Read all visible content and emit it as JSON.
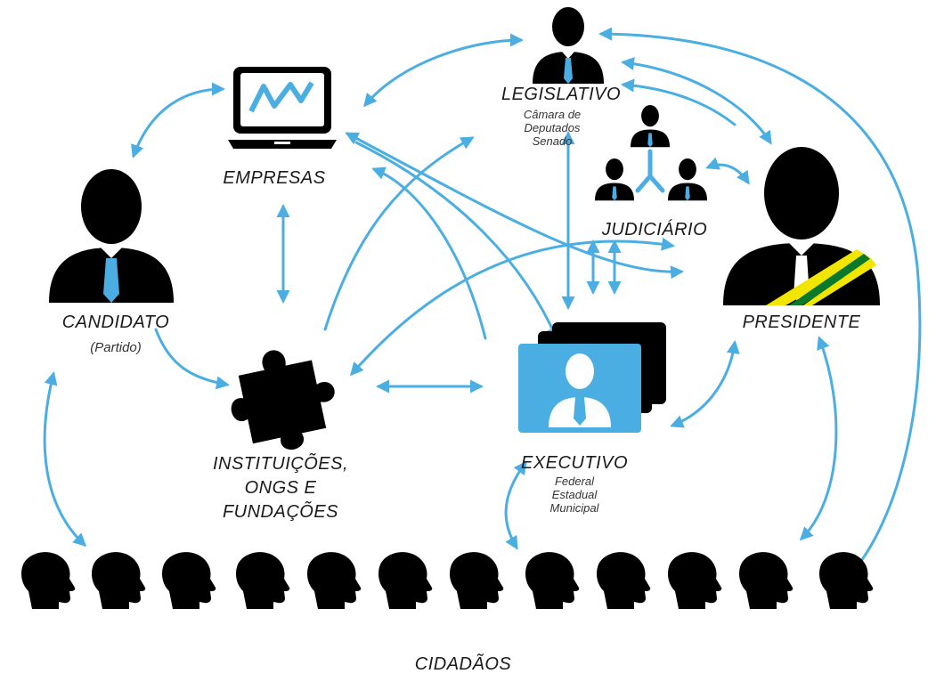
{
  "colors": {
    "accent": "#4aaee3",
    "ink": "#000000",
    "flag_yellow": "#f2e600",
    "flag_green": "#0a7a2a"
  },
  "nodes": {
    "legislativo": {
      "title": "LEGISLATIVO",
      "sub1": "Câmara de",
      "sub2": "Deputados",
      "sub3": "Senado"
    },
    "empresas": {
      "title": "EMPRESAS"
    },
    "judiciario": {
      "title": "JUDICIÁRIO"
    },
    "candidato": {
      "title": "CANDIDATO",
      "sub": "(Partido)"
    },
    "presidente": {
      "title": "PRESIDENTE"
    },
    "instituicoes": {
      "line1": "INSTITUIÇÕES,",
      "line2": "ONGS E",
      "line3": "FUNDAÇÕES"
    },
    "executivo": {
      "title": "EXECUTIVO",
      "sub1": "Federal",
      "sub2": "Estadual",
      "sub3": "Municipal"
    },
    "cidadaos": {
      "title": "CIDADÃOS",
      "count": 12
    }
  },
  "icons": {
    "legislativo": "person-with-tie-icon",
    "empresas": "laptop-chart-icon",
    "judiciario": "three-judges-hierarchy-icon",
    "candidato": "person-silhouette-icon",
    "presidente": "president-with-sash-icon",
    "instituicoes": "puzzle-piece-icon",
    "executivo": "stacked-profile-cards-icon",
    "cidadaos": "head-silhouette-icon"
  }
}
